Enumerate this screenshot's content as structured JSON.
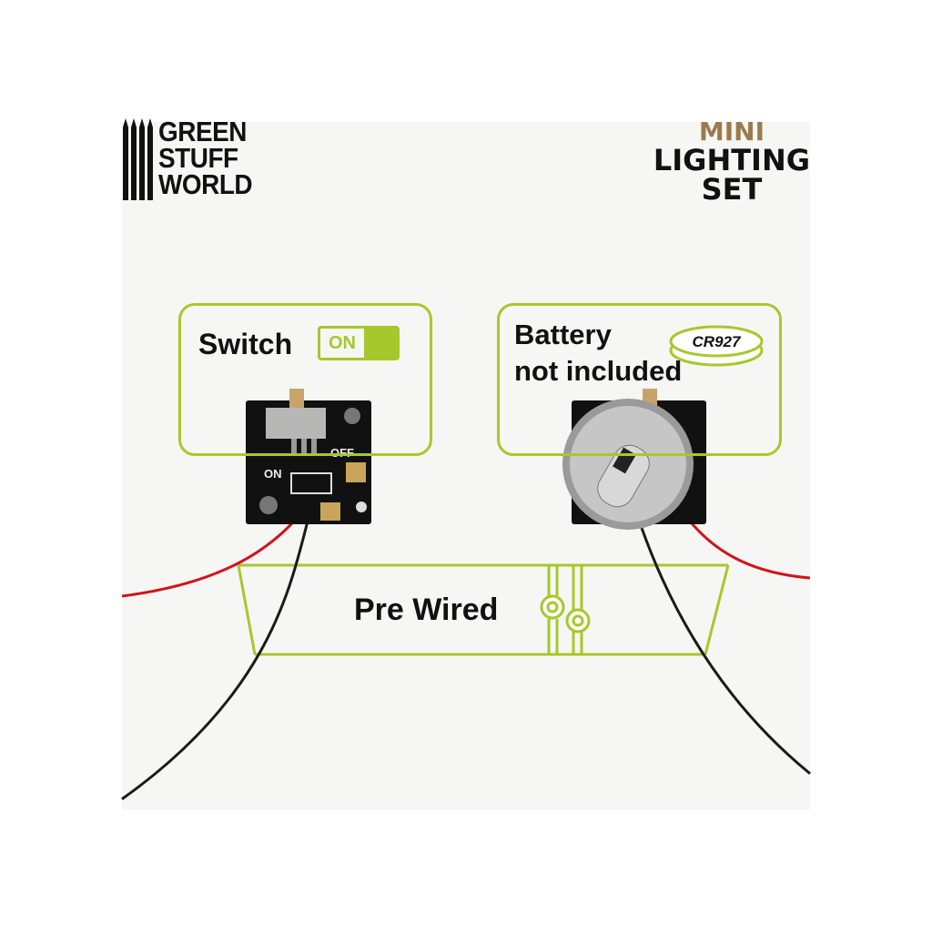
{
  "brand": {
    "logo_lines": [
      "GREEN",
      "STUFF",
      "WORLD"
    ]
  },
  "product_title": {
    "line1": "MINI",
    "line2": "LIGHTING",
    "line3": "SET"
  },
  "callouts": {
    "switch": {
      "label": "Switch",
      "toggle_state": "ON"
    },
    "battery": {
      "line1": "Battery",
      "line2": "not included",
      "battery_model": "CR927"
    },
    "wiring": {
      "label": "Pre Wired"
    }
  },
  "pcb": {
    "on_mark": "ON",
    "off_mark": "OFF"
  },
  "colors": {
    "accent": "#a6c82c",
    "title_gold": "#9b7b4c",
    "wire_red": "#d0141a",
    "wire_black": "#1a1a1a"
  }
}
